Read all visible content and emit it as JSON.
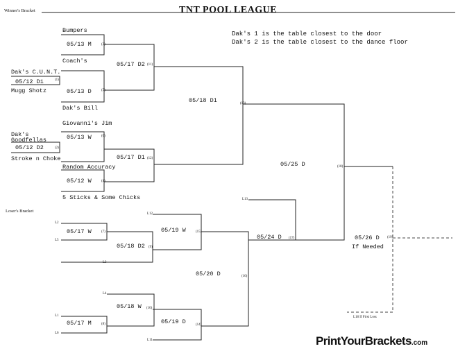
{
  "header": {
    "winners_label": "Winner's Bracket",
    "title": "TNT POOL LEAGUE"
  },
  "notes": {
    "line1": "Dak's 1 is the table closest to the door",
    "line2": "Dak's 2 is the table closest to the dance floor"
  },
  "winners": {
    "teams": {
      "bumpers": "Bumpers",
      "coachs": "Coach's",
      "daks_cunt": "Dak's C.U.N.T.",
      "mugg_shotz": "Mugg Shotz",
      "daks_bill": "Dak's Bill",
      "giovannis_jim": "Giovanni's Jim",
      "daks_goodfellas_1": "Dak's",
      "daks_goodfellas_2": "Goodfellas",
      "stroke_n_choke": "Stroke n Choke",
      "random_accuracy": "Random Accuracy",
      "five_sticks": "5 Sticks & Some Chicks"
    },
    "games": {
      "g1": "05/12 D1",
      "g2": "05/12 D2",
      "g3": "05/13 M",
      "g4": "05/13 D",
      "g5": "05/13 W",
      "g6": "05/12 W",
      "g7": "05/17 D2",
      "g8": "05/17 D1",
      "g9": "05/18 D1",
      "g10": "05/25 D"
    },
    "nums": {
      "n1": "(1)",
      "n2": "(2)",
      "n3": "(3)",
      "n4": "(4)",
      "n5": "(5)",
      "n6": "(6)",
      "n11": "(11)",
      "n12": "(12)",
      "n13": "(13)",
      "n18": "(18)"
    }
  },
  "losers": {
    "label": "Loser's Bracket",
    "seeds": {
      "l2": "L2",
      "l5": "L5",
      "l3": "L3",
      "l4": "L4",
      "l1": "L1",
      "l6": "L6",
      "l12": "L12",
      "l11": "L11",
      "l13": "L13"
    },
    "games": {
      "g1": "05/17 W",
      "g2": "05/18 D2",
      "g3": "05/19 W",
      "g4": "05/18 W",
      "g5": "05/17 M",
      "g6": "05/19 D",
      "g7": "05/20 D",
      "g8": "05/24 D"
    },
    "nums": {
      "n7": "(7)",
      "n8": "(8)",
      "n9": "(9)",
      "n10": "(10)",
      "n14": "(14)",
      "n15": "(15)",
      "n16": "(16)",
      "n17": "(17)"
    }
  },
  "final": {
    "game": "05/26 D",
    "if_needed": "If Needed",
    "num": "(19)",
    "if_first_loss": "L18 If First Loss"
  },
  "brand": {
    "name": "PrintYourBrackets",
    "suffix": ".com"
  }
}
